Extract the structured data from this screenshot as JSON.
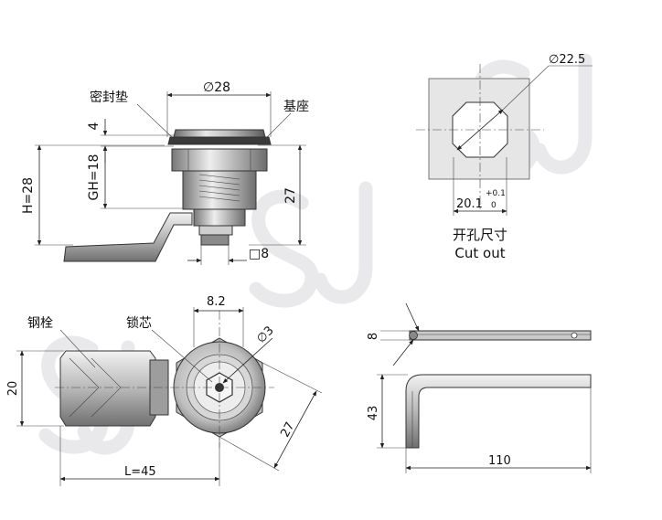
{
  "watermark": {
    "text": "SJ SJ SJ",
    "color": "#e4e4e8"
  },
  "side_view": {
    "gasket_label": "密封垫",
    "base_label": "基座",
    "dia_28": "∅28",
    "dim_4": "4",
    "dim_gh": "GH=18",
    "dim_h": "H=28",
    "dim_27": "27",
    "dim_square": "□8"
  },
  "cutout_view": {
    "dia_225": "∅22.5",
    "dim_201": "20.1",
    "tol_plus": "+0.1",
    "tol_zero": "0",
    "title_cn": "开孔尺寸",
    "title_en": "Cut out"
  },
  "bottom_view": {
    "bolt_label": "钢栓",
    "core_label": "锁芯",
    "dim_82": "8.2",
    "dia_3": "∅3",
    "dim_20": "20",
    "dim_27": "27",
    "dim_l": "L=45"
  },
  "key_view": {
    "dim_8": "8",
    "dim_43": "43",
    "dim_110": "110"
  },
  "colors": {
    "metal_dark": "#4a4a4a",
    "metal_mid": "#9a9a9a",
    "metal_light": "#dcdcdc",
    "cutout_fill": "#e6e6e6"
  }
}
